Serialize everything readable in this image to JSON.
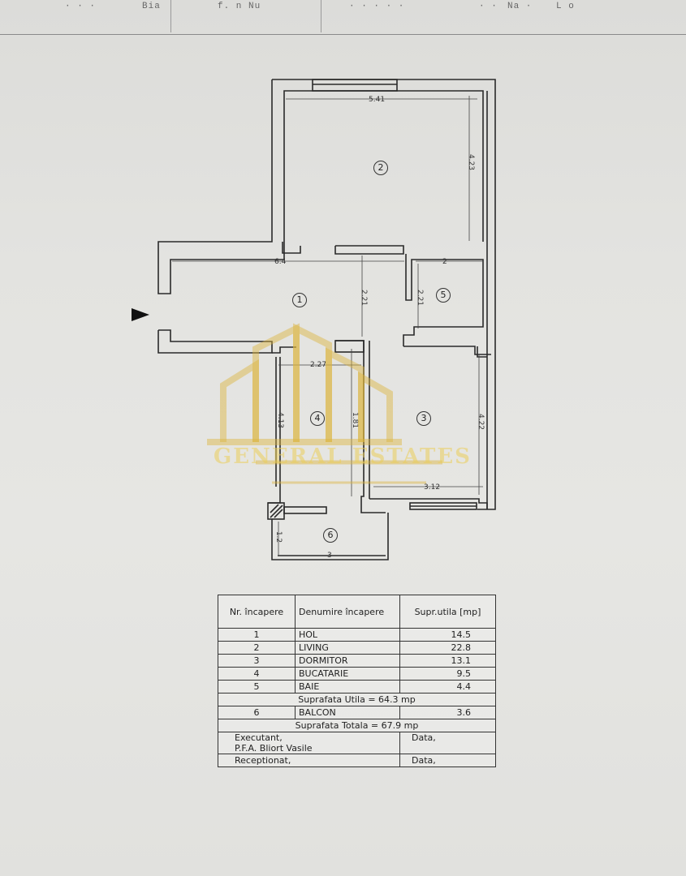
{
  "document": {
    "type": "floor-plan",
    "top_strip_fragments": [
      "· · ·",
      "Bia",
      "f. n  Nu",
      "· · · ·  ·",
      "· ·",
      "Na  ·",
      "L  o"
    ]
  },
  "plan": {
    "entry_arrow": "entry-arrow",
    "dimensions": {
      "living_width": "5.41",
      "living_height": "4.23",
      "hol_width": "6.4",
      "hol_height": "2.21",
      "baie_width": "2",
      "baie_height": "2.21",
      "bucatarie_width": "2.27",
      "bucatarie_height": "4.13",
      "dormitor_height": "4.22",
      "dormitor_width": "3.12",
      "balcon_height": "1.2",
      "balcon_width": "3",
      "hall_inner": "1.81"
    },
    "room_labels": [
      "1",
      "2",
      "3",
      "4",
      "5",
      "6"
    ]
  },
  "watermark": {
    "text": "GENERAL ESTATES",
    "color": "#ebcd5a"
  },
  "legend_table": {
    "headers": {
      "nr": "Nr. încapere",
      "name": "Denumire încapere",
      "area": "Supr.utila [mp]"
    },
    "rows": [
      {
        "nr": "1",
        "name": "HOL",
        "area": "14.5"
      },
      {
        "nr": "2",
        "name": "LIVING",
        "area": "22.8"
      },
      {
        "nr": "3",
        "name": "DORMITOR",
        "area": "13.1"
      },
      {
        "nr": "4",
        "name": "BUCATARIE",
        "area": "9.5"
      },
      {
        "nr": "5",
        "name": "BAIE",
        "area": "4.4"
      }
    ],
    "subtotal": "Suprafata Utila = 64.3 mp",
    "balcony_row": {
      "nr": "6",
      "name": "BALCON",
      "area": "3.6"
    },
    "total": "Suprafata Totala = 67.9 mp",
    "executant_label": "Executant,",
    "executant_name": "P.F.A. Bliort Vasile",
    "date_label_1": "Data,",
    "receptionat_label": "Receptionat,",
    "date_label_2": "Data,"
  }
}
